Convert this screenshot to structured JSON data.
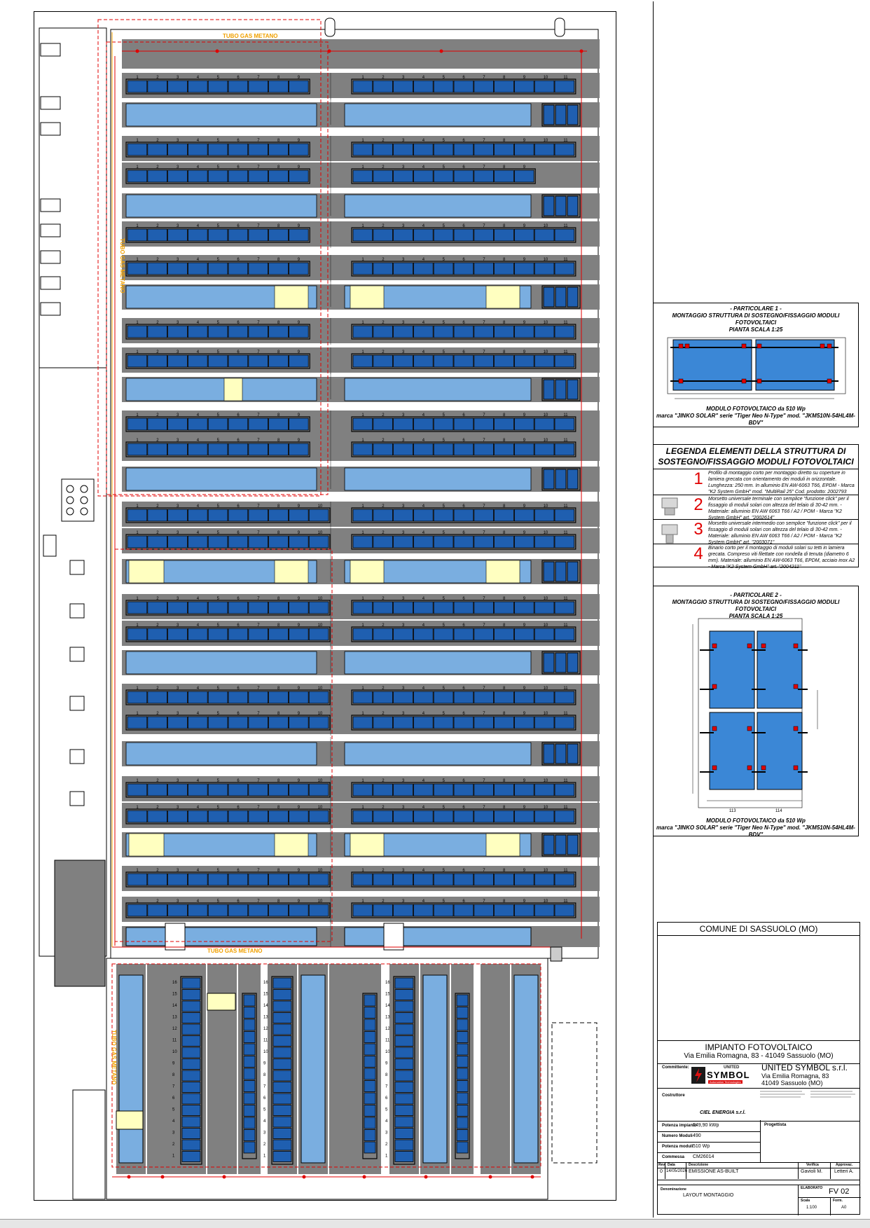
{
  "drawing": {
    "gas_pipe_label": "TUBO GAS METANO",
    "gas_pipe_label_vertical": "TUBO GAS METANO",
    "module_numbers_left": [
      "1",
      "2",
      "3",
      "4",
      "5",
      "6",
      "7",
      "8",
      "9"
    ],
    "module_numbers_left_10": [
      "1",
      "2",
      "3",
      "4",
      "5",
      "6",
      "7",
      "8",
      "9",
      "10"
    ],
    "module_numbers_right": [
      "1",
      "2",
      "3",
      "4",
      "5",
      "6",
      "7",
      "8",
      "9",
      "10",
      "11"
    ],
    "column_numbers": [
      "16",
      "15",
      "14",
      "13",
      "12",
      "11",
      "10",
      "9",
      "8",
      "7",
      "6",
      "5",
      "4",
      "3",
      "2",
      "1"
    ],
    "colors": {
      "roof": "#808080",
      "module_dark": "#1f5fb0",
      "module_light": "#7aaee0",
      "highlight": "#ffffc0",
      "red": "#e00000",
      "orange": "#f0a000"
    }
  },
  "detail1": {
    "heading1": "- PARTICOLARE 1 -",
    "heading2": "MONTAGGIO STRUTTURA DI SOSTEGNO/FISSAGGIO MODULI FOTOVOLTAICI",
    "heading3": "PIANTA SCALA 1:25",
    "caption1": "MODULO FOTOVOLTAICO da 510 Wp",
    "caption2": "marca \"JINKO SOLAR\" serie \"Tiger Neo N-Type\" mod. \"JKM510N-54HL4M-BDV\""
  },
  "legend": {
    "title": "LEGENDA ELEMENTI DELLA STRUTTURA DI SOSTEGNO/FISSAGGIO MODULI FOTOVOLTAICI",
    "items": [
      {
        "num": "1",
        "text": "Profilo di montaggio corto per montaggio diretto su coperture in lamiera grecata con orientamento dei moduli in orizzontale. Lunghezza: 250 mm. In alluminio EN AW-6063 T66, EPDM - Marca \"K2 System GmbH\" mod. \"MultiRail 25\" Cod. prodotto: 2002793"
      },
      {
        "num": "2",
        "text": "Morsetto universale terminale con semplice \"funzione click\" per il fissaggio di moduli solari con altezza del telaio di 30-42 mm. - Materiale: alluminio EN AW 6063 T66 / A2 / POM - Marca \"K2 System GmbH\" art. \"2002614\""
      },
      {
        "num": "3",
        "text": "Morsetto universale intermedio con semplice \"funzione click\" per il fissaggio di moduli solari con altezza del telaio di 30-42 mm. - Materiale: alluminio EN AW 6063 T66 / A2 / POM - Marca \"K2 System GmbH\" art. \"2003071\""
      },
      {
        "num": "4",
        "text": "Binario corto per il montaggio di moduli solari su tetti in lamiera grecata. Compreso viti filettate con rondella di tenuta (diametro 6 mm). Materiale: alluminio EN AW-6063 T66, EPDM, acciaio inox A2 - Marca \"K2 System GmbH\" art. \"2004211\""
      }
    ]
  },
  "detail2": {
    "heading1": "- PARTICOLARE 2 -",
    "heading2": "MONTAGGIO STRUTTURA DI SOSTEGNO/FISSAGGIO MODULI FOTOVOLTAICI",
    "heading3": "PIANTA SCALA 1:25",
    "dim_left": "113",
    "dim_right": "114",
    "caption1": "MODULO FOTOVOLTAICO da 510 Wp",
    "caption2": "marca \"JINKO SOLAR\" serie \"Tiger Neo N-Type\" mod. \"JKM510N-54HL4M-BDV\""
  },
  "title_block": {
    "municipality": "COMUNE DI SASSUOLO (MO)",
    "project": "IMPIANTO FOTOVOLTAICO",
    "address": "Via Emilia Romagna, 83 - 41049 Sassuolo (MO)",
    "client_label": "Committente:",
    "client_logo_line1": "UNITED",
    "client_logo_line2": "SYMBOL",
    "client_logo_line3": "Automation Technologies",
    "client_name": "UNITED SYMBOL s.r.l.",
    "client_street": "Via Emilia Romagna, 83",
    "client_city": "41049 Sassuolo (MO)",
    "builder_label": "Costruttore",
    "builder_logo": "CIEL ENERGIA s.r.l.",
    "power_label": "Potenza impianto",
    "power_value": "249,90 kWp",
    "modules_label": "Numero Moduli",
    "modules_value": "490",
    "module_power_label": "Potenza moduli",
    "module_power_value": "510 Wp",
    "order_label": "Commessa",
    "order_value": "CM26014",
    "designer_label": "Progettista",
    "rev_headers": [
      "Rev.",
      "Data",
      "Descrizione",
      "Verifica",
      "Approvaz."
    ],
    "rev_row": [
      "0",
      "14/05/2026",
      "EMISSIONE AS-BUILT",
      "Gavioli M.",
      "Letteri A."
    ],
    "denom_label": "Denominazione",
    "denom_value": "LAYOUT MONTAGGIO",
    "sheet_label": "ELABORATO",
    "sheet_value": "FV 02",
    "scale_label": "Scala",
    "scale_value": "1:100",
    "format_label": "Form.",
    "format_value": "A0"
  }
}
